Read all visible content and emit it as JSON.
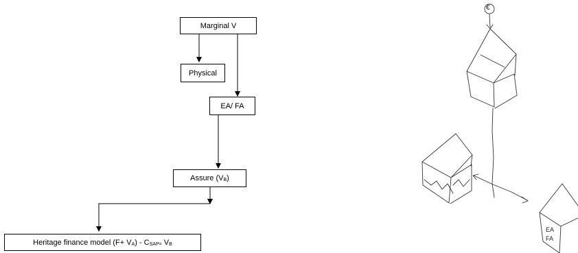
{
  "flowchart": {
    "node_marginal": "Marginal V",
    "node_physical": "Physical",
    "node_eafa": "EA/ FA",
    "node_assure_main": "Assure (V",
    "node_assure_sub": "B",
    "node_assure_end": ")",
    "node_model_main": "Heritage finance model (F+ V",
    "node_model_sub_a": "A",
    "node_model_mid": ") - C",
    "node_model_sub_sap": "SAP=",
    "node_model_tail": " V",
    "node_model_sub_b": "B"
  },
  "sketch": {
    "currency_symbol": "€",
    "house_label_line1": "EA",
    "house_label_line2": "FA"
  }
}
